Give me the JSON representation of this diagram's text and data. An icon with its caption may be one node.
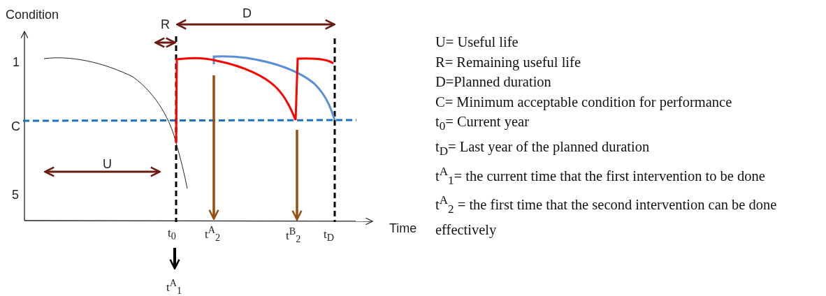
{
  "diagram": {
    "labels": [
      "Condition",
      "R",
      "D",
      "1",
      "C",
      "U",
      "5",
      "t$_{0}$",
      "t$^{A}$$_{2}$",
      "t$^{B}$$_{2}$",
      "t$_{D}$",
      "Time",
      "t$^{A}$$_{1}$",
      "U= Useful life",
      "R= Remaining useful life",
      "D=Planned duration",
      "C= Minimum acceptable condition for performance",
      "t$_{0}$= Current year",
      "t$_{D}$= Last year of the planned duration",
      "t$^{A}$$_{1}$= the current time that the first intervention to be done",
      "t$^{A}$$_{2}$ = the first time that the second intervention can be done effectively"
    ]
  }
}
